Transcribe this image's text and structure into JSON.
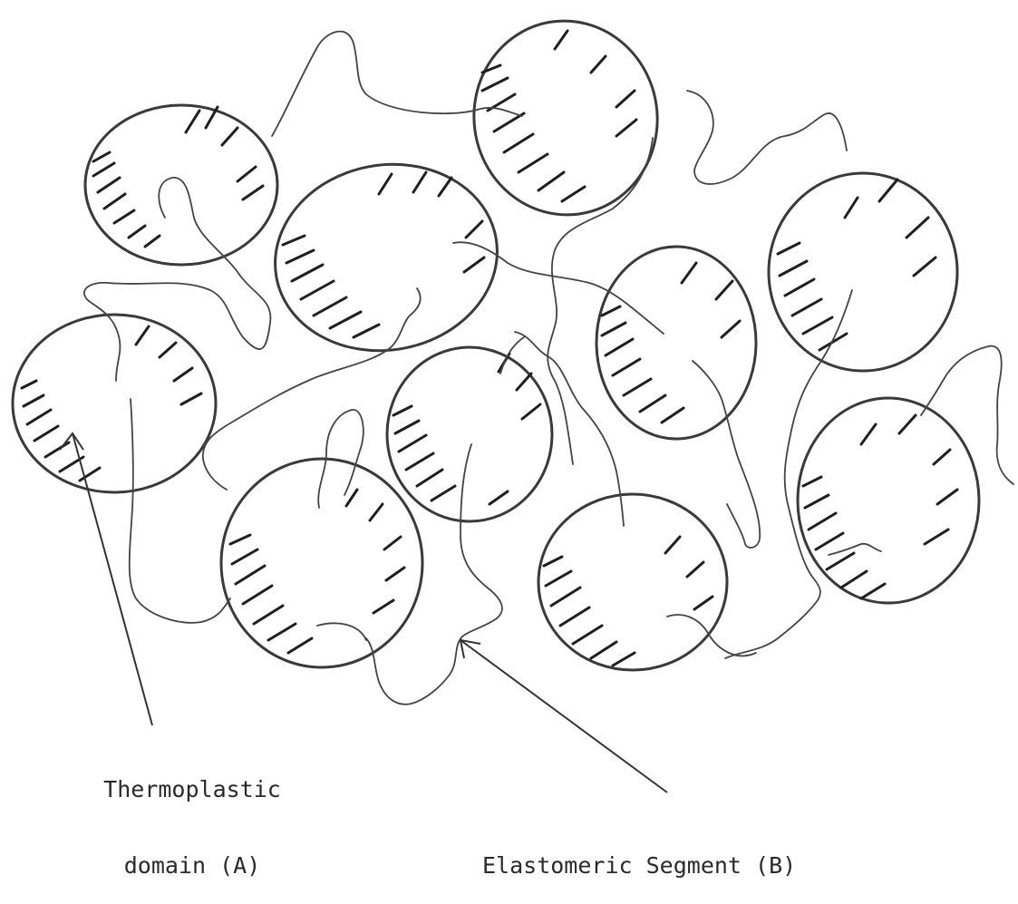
{
  "labels": {
    "thermoplastic_line1": "Thermoplastic",
    "thermoplastic_line2": "domain (A)",
    "elastomeric": "Elastomeric Segment (B)"
  },
  "colors": {
    "ink": "#3a3a3a",
    "background": "#ffffff"
  }
}
